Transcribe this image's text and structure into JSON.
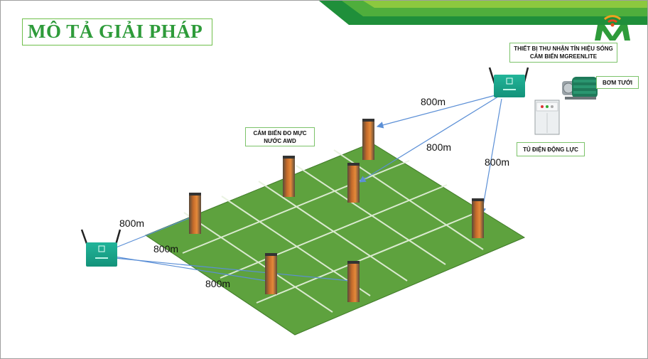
{
  "slide": {
    "title": "MÔ TẢ GIẢI PHÁP",
    "logo_letter": "M",
    "colors": {
      "title": "#2e9b3a",
      "field": "#5ea23e",
      "device": "#1aa98f",
      "arrow": "#5b8fd6",
      "stripe_dark": "#1f8f3a",
      "stripe_light": "#8cc83f"
    }
  },
  "labels": {
    "receiver": "THIẾT BỊ THU NHẬN TÍN HIỆU SÓNG CẢM BIẾN MGREENLITE",
    "pump": "BƠM TƯỚI",
    "cabinet": "TỦ ĐIỆN ĐỘNG LỰC",
    "sensor": "CẢM BIẾN ĐO MỰC NƯỚC AWD"
  },
  "distances": {
    "d1": "800m",
    "d2": "800m",
    "d3": "800m",
    "d4": "800m",
    "d5": "800m",
    "d6": "800m"
  }
}
